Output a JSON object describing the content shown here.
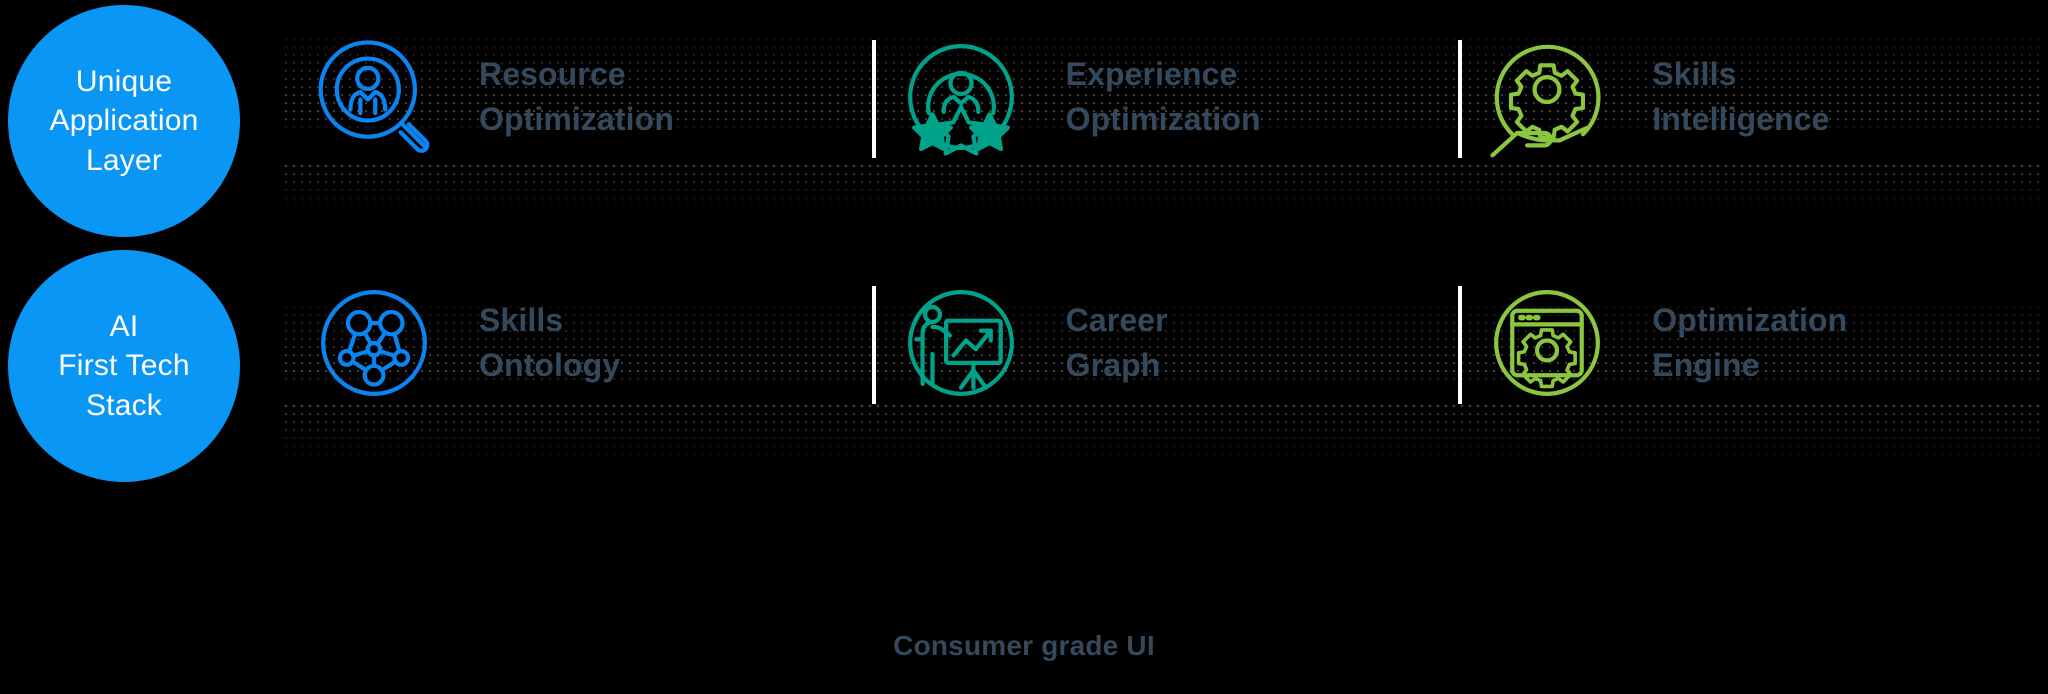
{
  "colors": {
    "background": "#000000",
    "bubble_blue": "#0a96f5",
    "label_slate": "#35495c",
    "icon_blue": "#0a84f0",
    "icon_teal": "#00a38a",
    "icon_green": "#8cc63f",
    "divider_white": "#ffffff"
  },
  "bubbles": [
    {
      "id": "unique-application-layer",
      "label": "Unique\nApplication\nLayer"
    },
    {
      "id": "ai-first-tech-stack",
      "label": "AI\nFirst Tech\nStack"
    }
  ],
  "rows": [
    {
      "id": "unique-application-layer-row",
      "cells": [
        {
          "id": "resource-optimization",
          "label": "Resource\nOptimization",
          "icon": "magnifier-person-icon",
          "color": "#0a84f0"
        },
        {
          "id": "experience-optimization",
          "label": "Experience\nOptimization",
          "icon": "person-stars-rating-icon",
          "color": "#00a38a"
        },
        {
          "id": "skills-intelligence",
          "label": "Skills\nIntelligence",
          "icon": "hand-gear-icon",
          "color": "#8cc63f"
        }
      ]
    },
    {
      "id": "ai-first-tech-stack-row",
      "cells": [
        {
          "id": "skills-ontology",
          "label": "Skills\nOntology",
          "icon": "network-graph-icon",
          "color": "#0a84f0"
        },
        {
          "id": "career-graph",
          "label": "Career\nGraph",
          "icon": "presenter-chart-icon",
          "color": "#00a38a"
        },
        {
          "id": "optimization-engine",
          "label": "Optimization\nEngine",
          "icon": "browser-gear-icon",
          "color": "#8cc63f"
        }
      ]
    }
  ],
  "footer": {
    "caption": "Consumer grade UI"
  }
}
